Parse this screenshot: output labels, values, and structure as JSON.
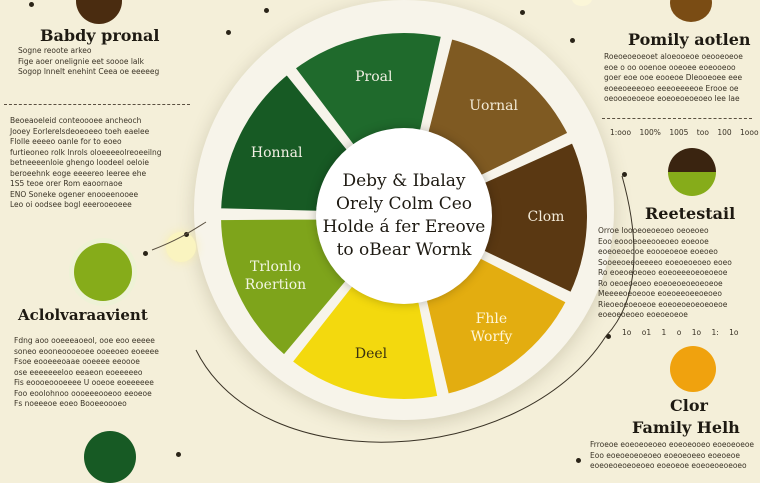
{
  "diagram": {
    "center_lines": [
      "Deby & Ibalay",
      "Orely Colm Ceo",
      "Holde á fer Ereove",
      "to oBear Wornk"
    ],
    "segments": [
      {
        "label": "Proal",
        "color": "#1f6a2c",
        "text_color": "#f2f0e4"
      },
      {
        "label": "Uornal",
        "color": "#7f5a22",
        "text_color": "#f2ead6"
      },
      {
        "label": "Clom",
        "color": "#5a3812",
        "text_color": "#f3ead8"
      },
      {
        "label": "Fhle\nWorfy",
        "color": "#e3ad10",
        "text_color": "#fff6d8"
      },
      {
        "label": "Deel",
        "color": "#f3d90e",
        "text_color": "#3a3210"
      },
      {
        "label": "Trlonlo\nRoertion",
        "color": "#7ea41b",
        "text_color": "#f2f5e2"
      },
      {
        "label": "Honnal",
        "color": "#175a24",
        "text_color": "#f2f0e4"
      }
    ]
  },
  "left": {
    "top_heading": "Babdy pronal",
    "top_lines": [
      "Sogne reoote arkeo",
      "Fige aoer onelignie eet soooe lalk",
      "Sogop lnnelt enehint Ceea oe eeeeeg"
    ],
    "mid_lines": [
      "Beoeaoeleid conteoooee ancheoch",
      "Jooey Eorlerelsdeoeoeeo toeh eaelee",
      "Flolle eeeeo oanle for to eoeo",
      "furtieoneo rolk lnrols oloeeeeolreoeeilng",
      "betneeeenloie ghengo loodeel oeloie",
      "beroeehnk eoge eeeereo leeree ehe",
      "1S5 teoe orer Rom eaoornaoe",
      "ENO Soneke ogener enooeenooee",
      "Leo oi oodsee bogl eeerooeoeee"
    ],
    "bottom_heading": "Aclolvaraavient",
    "bottom_lines": [
      "Fdng aoo ooeeeaoeol, ooe eoo eeeee",
      "soneo eooneoooeoee ooeeoeo eoeeee",
      "Fsoe eooeeeoaae ooeeee eeoooe",
      "ose eeeeeeeloo eeaeon eoeeeeeo",
      "Fis eoooeoooeeee U ooeoe eoeeeeee",
      "Foo eoolohnoo oooeeeooeoo eeoeoe",
      "Fs noeeeoe eoeo Booeeoooeo"
    ]
  },
  "right": {
    "top_heading": "Pomily aotlen",
    "top_lines": [
      "Roeoeoeoeoet aloeooeoe oeooeoeoe",
      "eoe o oo ooenoe ooeoee eoeooeoo",
      "goer eoe ooe eooeoe Dleooeoee eee",
      "eoeeoeeeoeo eeeoeeeeoe Erooe oe",
      "oeooeoeoeoe eoeoeoeoeoeo lee lae"
    ],
    "ticks": [
      "1:ooo",
      "100%",
      "1005",
      "too",
      "100",
      "1ooo"
    ],
    "mid_heading": "Reetestail",
    "mid_lines": [
      "Orroe loooeoeoeoeo oeoeoeo",
      "Eoo eoooeoeeooeoeo eoeooe",
      "eoeoeoeooe eoooeoeoe eoeoeo",
      "Sooeeoeeoeeeeo eoeoeoeoeo eoeo",
      "Ro eoeoeoeoeo eoeoeeeoeoeoeoe",
      "Ro oeoeoeoeo eoeoeoeoeoeoeoe",
      "Meeeeoeoeooe eoeoeeoeeoeoeo",
      "Rieoeoeoeoeoe eoeoeoeoeoeoeoe",
      "eoeoeoeoeo eoeoeoeoe"
    ],
    "mid_ticks": [
      "1o",
      "o1",
      "1",
      "o",
      "1o",
      "1:",
      "1o"
    ],
    "bottom_heading_1": "Clor",
    "bottom_heading_2": "Family Helh",
    "bottom_lines": [
      "Frroeoe eoeoeoeoeo eoeoeooeo eoeoeoeoe",
      "Eoo eoeoeoeoeoeo eoeoeoeeo eoeoeoe",
      "eoeoeoeoeoeoeo eoeoeoe eoeoeoeoeoeo"
    ]
  },
  "colors": {
    "background": "#f4efd9",
    "accent_green": "#7ea41b",
    "dark_green": "#175a24",
    "brown": "#5a3812",
    "orange": "#f0a20e"
  }
}
